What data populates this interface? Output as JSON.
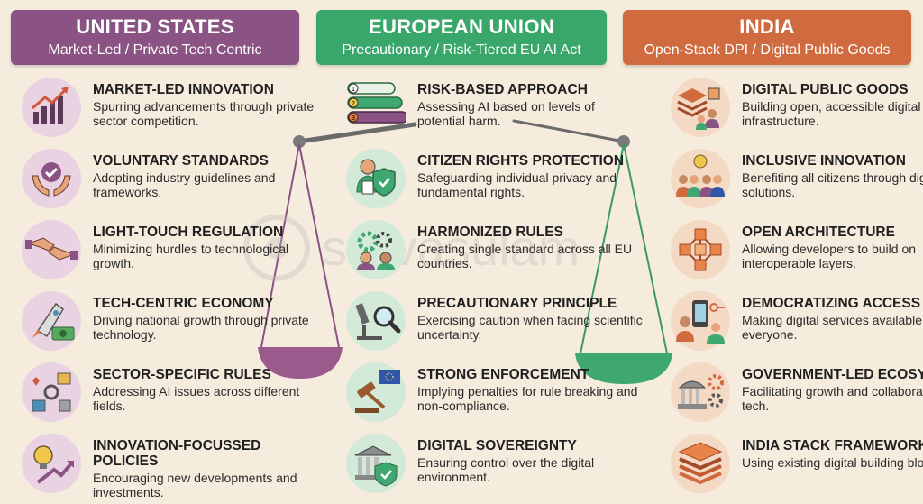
{
  "columns": [
    {
      "key": "us",
      "title": "UNITED STATES",
      "subtitle": "Market-Led / Private Tech Centric",
      "color": "#8a5383",
      "items": [
        {
          "title": "MARKET-LED INNOVATION",
          "desc": "Spurring advancements through private sector competition.",
          "icon": "growth-chart-icon"
        },
        {
          "title": "VOLUNTARY STANDARDS",
          "desc": "Adopting industry guidelines and frameworks.",
          "icon": "hands-checkmark-icon"
        },
        {
          "title": "LIGHT-TOUCH REGULATION",
          "desc": "Minimizing hurdles to technological growth.",
          "icon": "handshake-icon"
        },
        {
          "title": "TECH-CENTRIC ECONOMY",
          "desc": "Driving national growth through private technology.",
          "icon": "rocket-money-icon"
        },
        {
          "title": "SECTOR-SPECIFIC RULES",
          "desc": "Addressing AI issues across different fields.",
          "icon": "sectors-icon"
        },
        {
          "title": "INNOVATION-FOCUSSED POLICIES",
          "desc": "Encouraging new developments and investments.",
          "icon": "lightbulb-arrow-icon"
        }
      ]
    },
    {
      "key": "eu",
      "title": "EUROPEAN UNION",
      "subtitle": "Precautionary / Risk-Tiered EU AI Act",
      "color": "#39a66a",
      "items": [
        {
          "title": "RISK-BASED APPROACH",
          "desc": "Assessing AI based on levels of potential harm.",
          "icon": "risk-tiers-icon",
          "tiers": [
            "1",
            "2",
            "3"
          ]
        },
        {
          "title": "CITIZEN RIGHTS PROTECTION",
          "desc": "Safeguarding individual privacy and fundamental rights.",
          "icon": "citizen-shield-icon"
        },
        {
          "title": "HARMONIZED RULES",
          "desc": "Creating single standard across all EU countries.",
          "icon": "gears-people-icon"
        },
        {
          "title": "PRECAUTIONARY PRINCIPLE",
          "desc": "Exercising caution when facing scientific uncertainty.",
          "icon": "microscope-icon"
        },
        {
          "title": "STRONG ENFORCEMENT",
          "desc": "Implying penalties for rule breaking and non-compliance.",
          "icon": "gavel-flag-icon"
        },
        {
          "title": "DIGITAL SOVEREIGNTY",
          "desc": "Ensuring control over the digital environment.",
          "icon": "building-shield-icon"
        }
      ]
    },
    {
      "key": "in",
      "title": "INDIA",
      "subtitle": "Open-Stack DPI / Digital Public Goods",
      "color": "#d06b3f",
      "items": [
        {
          "title": "DIGITAL PUBLIC GOODS",
          "desc": "Building open, accessible digital infrastructure.",
          "icon": "layers-people-icon"
        },
        {
          "title": "INCLUSIVE INNOVATION",
          "desc": "Benefiting all citizens through digital solutions.",
          "icon": "people-lightbulb-icon"
        },
        {
          "title": "OPEN ARCHITECTURE",
          "desc": "Allowing developers to build on interoperable layers.",
          "icon": "network-cubes-icon"
        },
        {
          "title": "DEMOCRATIZING ACCESS",
          "desc": "Making digital services available to everyone.",
          "icon": "phone-key-icon"
        },
        {
          "title": "GOVERNMENT-LED ECOSYSTEM",
          "desc": "Facilitating growth and collaboration in tech.",
          "icon": "government-gears-icon"
        },
        {
          "title": "INDIA STACK FRAMEWORK",
          "desc": "Using existing digital building blocks.",
          "icon": "stack-layers-icon"
        }
      ]
    }
  ],
  "watermark": "sarvasulam",
  "colors": {
    "background": "#f6ecdd",
    "us_pan": "#9a5a8c",
    "in_pan": "#3fa870",
    "scale_beam": "#6a6a6a"
  }
}
